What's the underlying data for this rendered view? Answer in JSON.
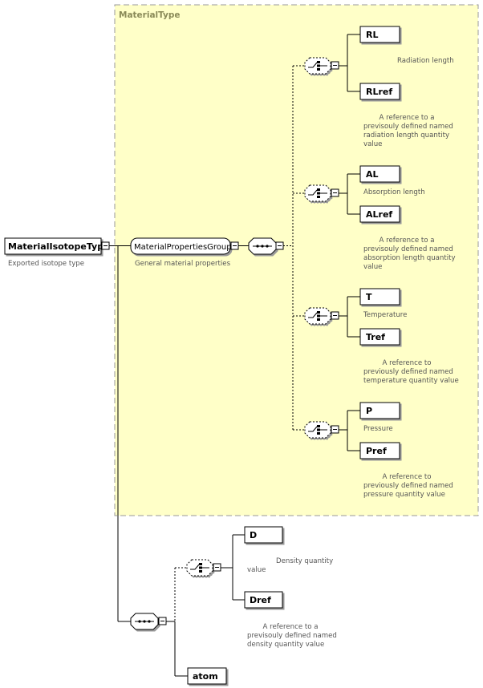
{
  "root": {
    "name": "MaterialIsotopeType",
    "doc": "Exported isotope type"
  },
  "group": {
    "name": "MaterialPropertiesGroup",
    "doc": "General material properties",
    "container_label": "MaterialType"
  },
  "choices": [
    {
      "el1": "RL",
      "doc1": "Radiation length",
      "el2": "RLref",
      "doc2": [
        "A reference to a",
        "previsouly defined named",
        "radiation length quantity",
        "value"
      ]
    },
    {
      "el1": "AL",
      "doc1": "Absorption length",
      "el2": "ALref",
      "doc2": [
        "A reference to a",
        "previsouly defined named",
        "absorption length quantity",
        "value"
      ]
    },
    {
      "el1": "T",
      "doc1": "Temperature",
      "el2": "Tref",
      "doc2": [
        "A reference to",
        "previously defined named",
        "temperature quantity value"
      ]
    },
    {
      "el1": "P",
      "doc1": "Pressure",
      "el2": "Pref",
      "doc2": [
        "A reference to",
        "previously defined named",
        "pressure quantity value"
      ]
    }
  ],
  "density": {
    "el1": "D",
    "doc1": [
      "Density quantity",
      "value"
    ],
    "el2": "Dref",
    "doc2": [
      "A reference to a",
      "previsouly defined named",
      "density quantity value"
    ]
  },
  "atom": {
    "name": "atom"
  },
  "colors": {
    "container_fill": "#ffffc8",
    "container_border": "#999999",
    "caption": "#8a8a58"
  }
}
